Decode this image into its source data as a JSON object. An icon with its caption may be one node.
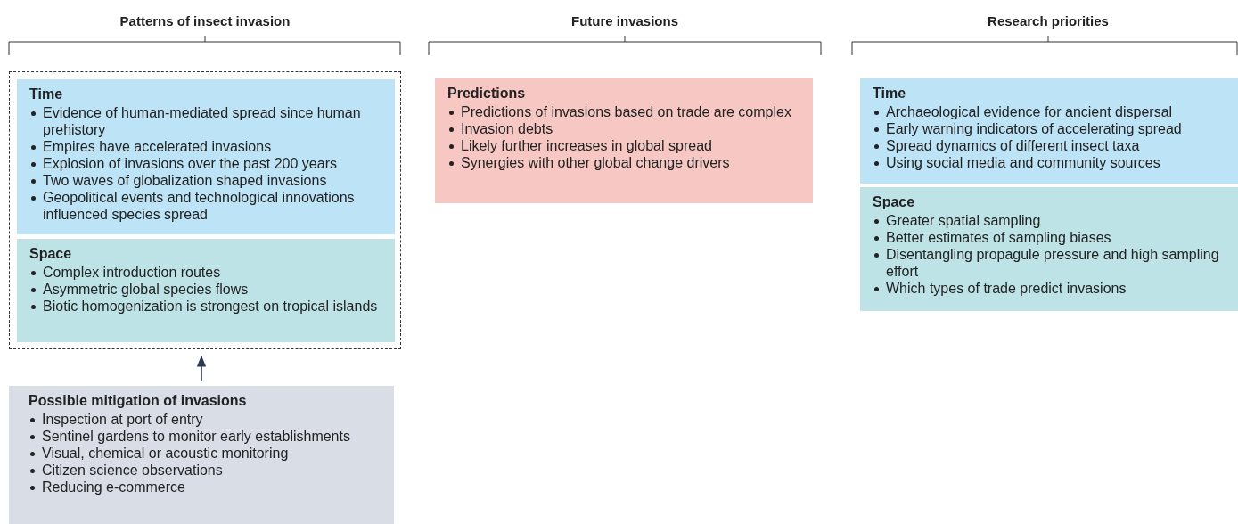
{
  "diagram": {
    "nodes": [
      {
        "text": [],
        "shape": "box"
      },
      {
        "text": [
          "Time",
          "Evidence of human-mediated spread since human prehistory",
          "Empires have accelerated invasions",
          "Explosion of invasions over the past 200 years",
          "Two waves of globalization shaped invasions",
          "Geopolitical events and technological innovations influenced species spread"
        ],
        "in": 0
      },
      {
        "text": [
          "Space",
          "Complex introduction routes",
          "Asymmetric global species flows",
          "Biotic homogenization is strongest on tropical islands"
        ],
        "in": 0
      },
      {
        "text": [
          "Possible mitigation of invasions",
          "Inspection at port of entry",
          "Sentinel gardens to monitor early establishments",
          "Visual, chemical or acoustic monitoring",
          "Citizen science observations",
          "Reducing e-commerce"
        ]
      },
      {
        "text": [
          "Predictions",
          "Predictions of invasions based on trade are complex",
          "Invasion debts",
          "Likely further increases in global spread",
          "Synergies with other global change drivers"
        ]
      },
      {
        "text": [
          "Time",
          "Archaeological evidence for ancient dispersal",
          "Early warning indicators of accelerating spread",
          "Spread dynamics of different insect taxa",
          "Using social media and community sources"
        ]
      },
      {
        "text": [
          "Space",
          "Greater spatial sampling",
          "Better estimates of sampling biases",
          "Disentangling propagule pressure and high sampling effort",
          "Which types of trade predict invasions"
        ]
      }
    ],
    "edges": [
      {
        "from": 3,
        "to": 0,
        "arrow": "to"
      }
    ],
    "labels": [
      "Patterns of insect invasion",
      "Future invasions",
      "Research priorities"
    ]
  }
}
